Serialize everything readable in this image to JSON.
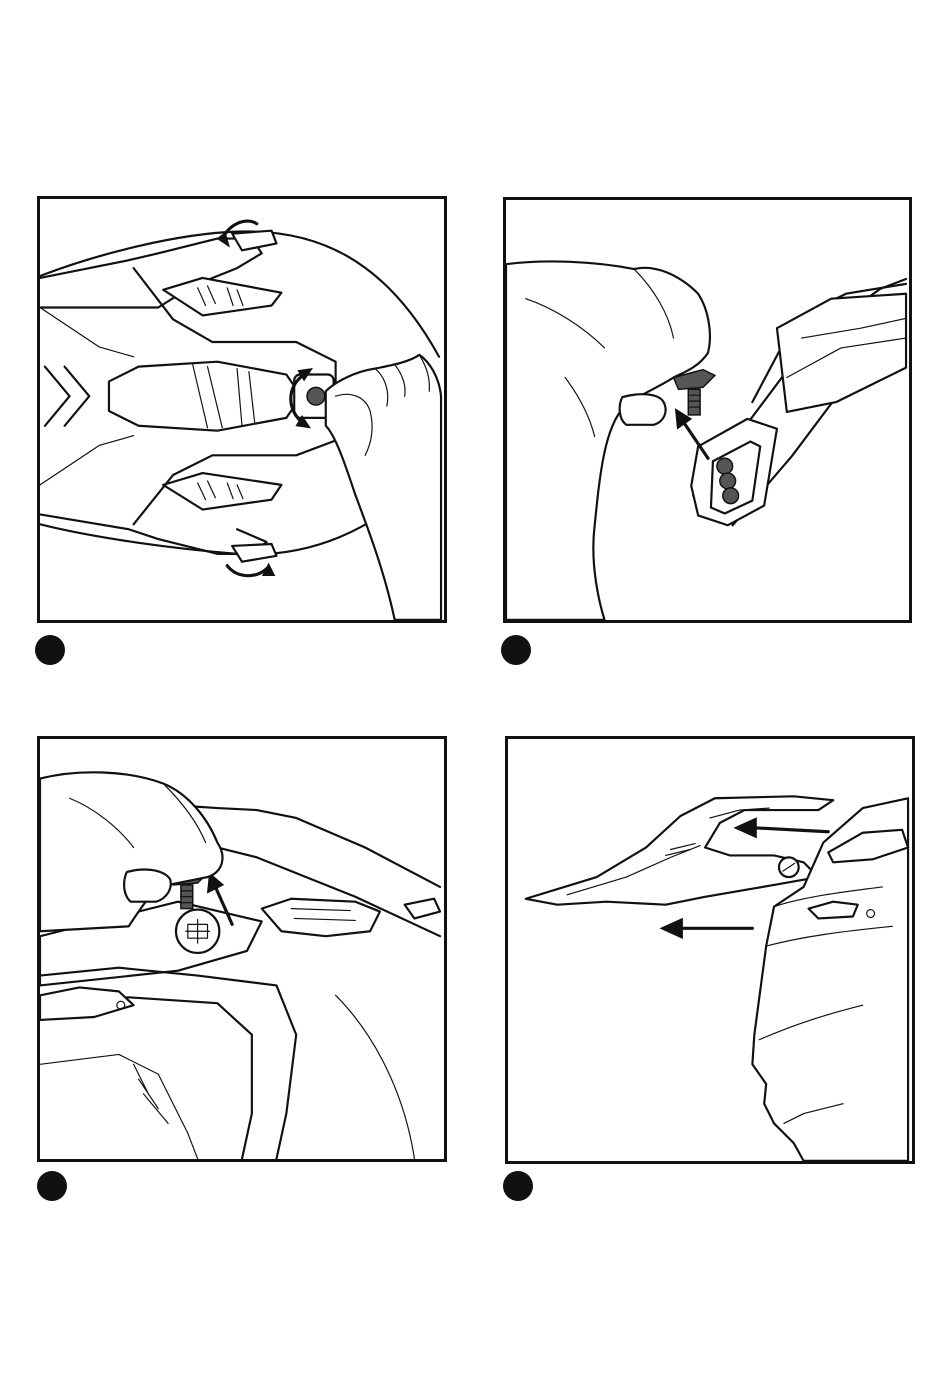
{
  "steps": [
    {
      "illustration": "remove-side-screws"
    },
    {
      "illustration": "remove-top-screw"
    },
    {
      "illustration": "remove-front-screw"
    },
    {
      "illustration": "slide-peak-off"
    }
  ],
  "colors": {
    "ink": "#111111",
    "paper": "#ffffff",
    "screw": "#555555"
  }
}
